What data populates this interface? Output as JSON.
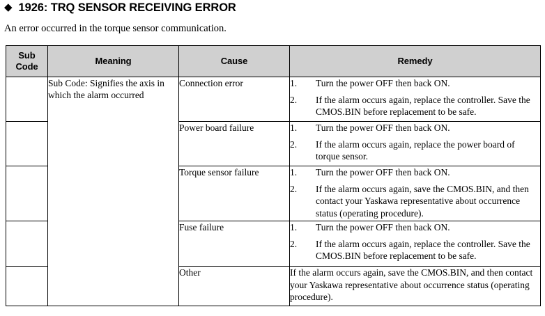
{
  "heading": {
    "bullet": "◆",
    "title": "1926: TRQ SENSOR RECEIVING ERROR"
  },
  "intro": "An error occurred in the torque sensor communication.",
  "table": {
    "columns": [
      {
        "key": "sub_code",
        "label": "Sub\nCode"
      },
      {
        "key": "meaning",
        "label": "Meaning"
      },
      {
        "key": "cause",
        "label": "Cause"
      },
      {
        "key": "remedy",
        "label": "Remedy"
      }
    ],
    "headers": {
      "sub_code_line1": "Sub",
      "sub_code_line2": "Code",
      "meaning": "Meaning",
      "cause": "Cause",
      "remedy": "Remedy"
    },
    "rows": [
      {
        "sub_code": "",
        "meaning": "Sub Code: Signifies the axis in which the alarm occurred",
        "cause": "Connection error",
        "remedy_type": "list",
        "remedy_items": [
          {
            "num": "1.",
            "text": "Turn the power OFF then back ON."
          },
          {
            "num": "2.",
            "text": "If the alarm occurs again, replace the controller. Save the CMOS.BIN before replacement to be safe."
          }
        ]
      },
      {
        "sub_code": "",
        "meaning": "",
        "cause": "Power board failure",
        "remedy_type": "list",
        "remedy_items": [
          {
            "num": "1.",
            "text": "Turn the power OFF then back ON."
          },
          {
            "num": "2.",
            "text": "If the alarm occurs again, replace the power board of torque sensor."
          }
        ]
      },
      {
        "sub_code": "",
        "meaning": "",
        "cause": "Torque sensor failure",
        "remedy_type": "list",
        "remedy_items": [
          {
            "num": "1.",
            "text": "Turn the power OFF then back ON."
          },
          {
            "num": "2.",
            "text": "If the alarm occurs again, save the CMOS.BIN, and then contact your Yaskawa representative about occurrence status (operating procedure)."
          }
        ]
      },
      {
        "sub_code": "",
        "meaning": "",
        "cause": "Fuse failure",
        "remedy_type": "list",
        "remedy_items": [
          {
            "num": "1.",
            "text": "Turn the power OFF then back ON."
          },
          {
            "num": "2.",
            "text": "If the alarm occurs again, replace the controller. Save the CMOS.BIN before replacement to be safe."
          }
        ]
      },
      {
        "sub_code": "",
        "meaning": "",
        "cause": "Other",
        "remedy_type": "plain",
        "remedy_text": "If the alarm occurs again, save the CMOS.BIN, and then contact your Yaskawa representative about occurrence status (operating procedure)."
      }
    ]
  },
  "colors": {
    "header_background": "#d0d0d0",
    "border": "#000000",
    "text": "#000000",
    "page_background": "#ffffff"
  }
}
